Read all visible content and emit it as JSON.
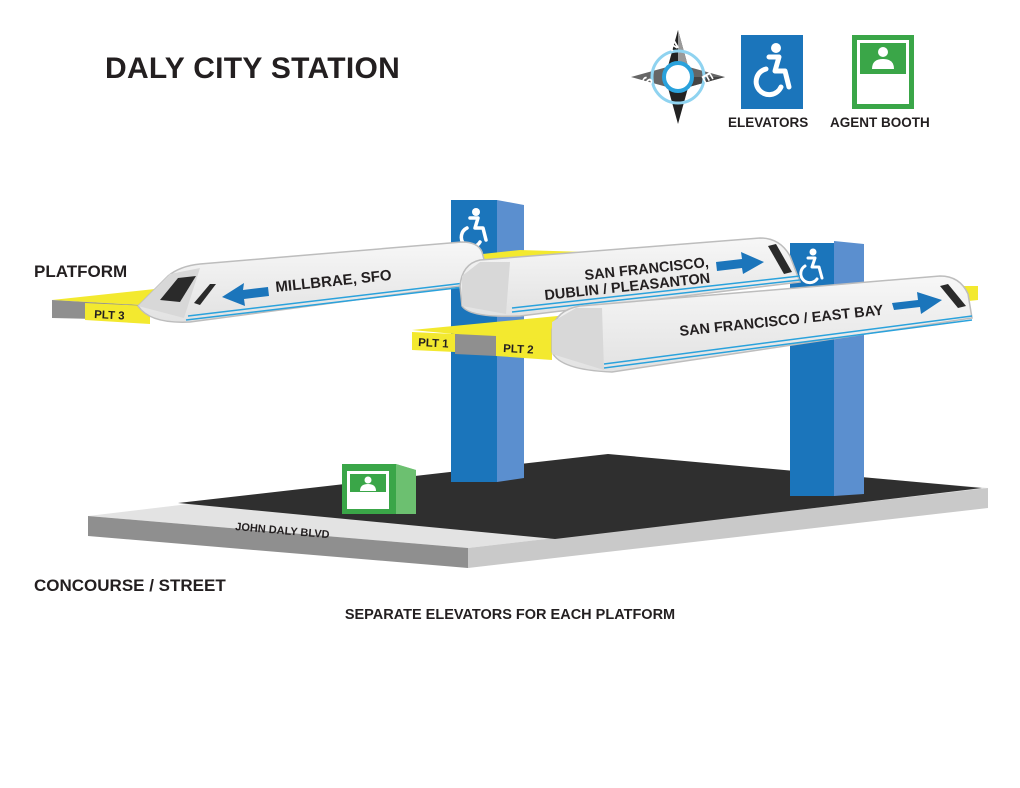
{
  "title": "DALY CITY STATION",
  "legend": {
    "elevators_label": "ELEVATORS",
    "agent_booth_label": "AGENT BOOTH",
    "compass": [
      "N",
      "E",
      "S",
      "W"
    ]
  },
  "levels": {
    "platform": "PLATFORM",
    "concourse": "CONCOURSE / STREET"
  },
  "platforms": {
    "plt1": "PLT 1",
    "plt2": "PLT 2",
    "plt3": "PLT 3"
  },
  "trains": {
    "left_line1": "MILLBRAE, SFO",
    "middle_line1": "SAN FRANCISCO,",
    "middle_line2": "DUBLIN / PLEASANTON",
    "right_line1": "SAN FRANCISCO / EAST BAY"
  },
  "street": "JOHN DALY BLVD",
  "caption": "SEPARATE ELEVATORS FOR EACH PLATFORM",
  "colors": {
    "elevator_blue": "#1b75bb",
    "agent_green": "#3aa648",
    "platform_yellow": "#f3e92f",
    "arrow_blue": "#1b75bb",
    "concourse_dark": "#2f2f2f"
  }
}
